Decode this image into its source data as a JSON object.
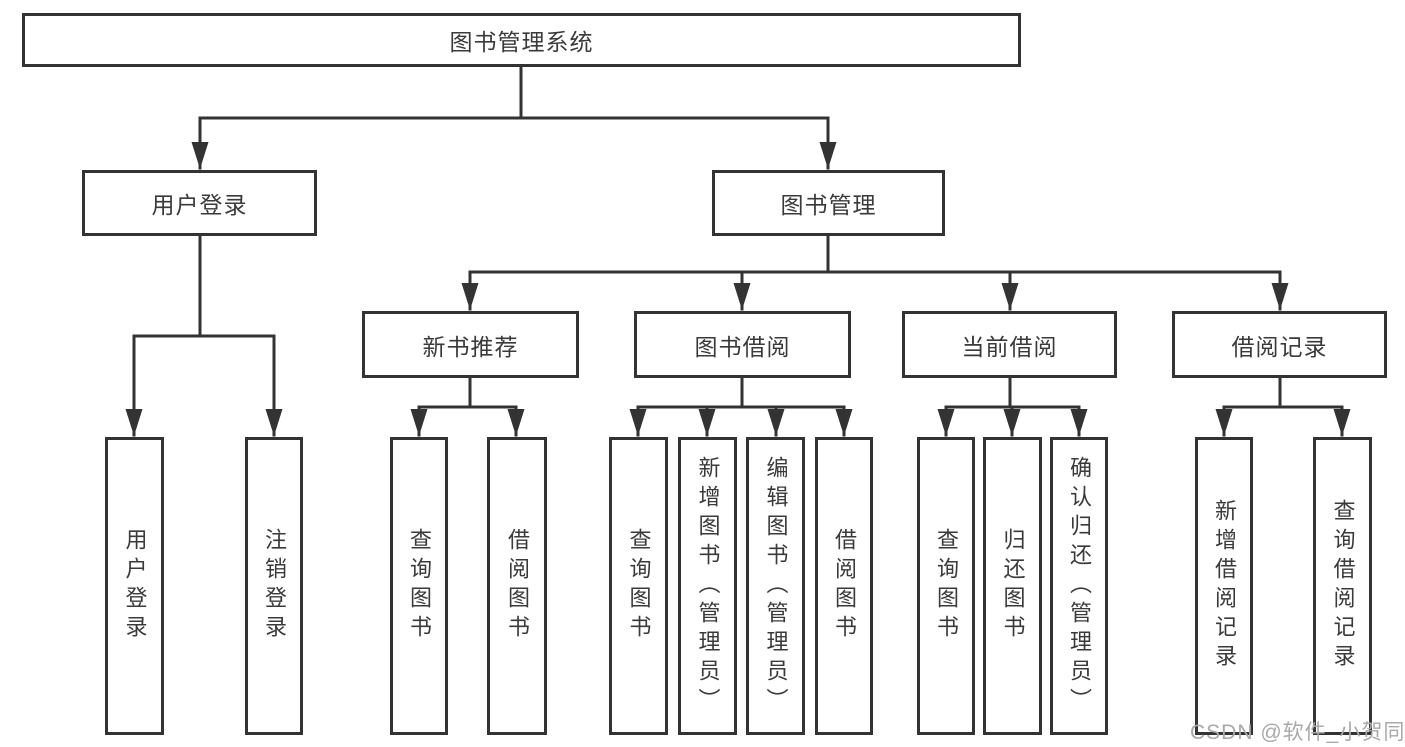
{
  "colors": {
    "line": "#333333",
    "box_border": "#333333",
    "box_fill": "#ffffff",
    "text": "#3a3a3a",
    "watermark": "#a9a9a9"
  },
  "tree": {
    "label": "图书管理系统",
    "children": [
      {
        "label": "用户登录",
        "children": [
          {
            "label": "用户登录"
          },
          {
            "label": "注销登录"
          }
        ]
      },
      {
        "label": "图书管理",
        "children": [
          {
            "label": "新书推荐",
            "children": [
              {
                "label": "查询图书"
              },
              {
                "label": "借阅图书"
              }
            ]
          },
          {
            "label": "图书借阅",
            "children": [
              {
                "label": "查询图书"
              },
              {
                "label": "新增图书（管理员）"
              },
              {
                "label": "编辑图书（管理员）"
              },
              {
                "label": "借阅图书"
              }
            ]
          },
          {
            "label": "当前借阅",
            "children": [
              {
                "label": "查询图书"
              },
              {
                "label": "归还图书"
              },
              {
                "label": "确认归还（管理员）"
              }
            ]
          },
          {
            "label": "借阅记录",
            "children": [
              {
                "label": "新增借阅记录"
              },
              {
                "label": "查询借阅记录"
              }
            ]
          }
        ]
      }
    ]
  },
  "watermark": {
    "text": "CSDN @软件_小贺同学"
  }
}
